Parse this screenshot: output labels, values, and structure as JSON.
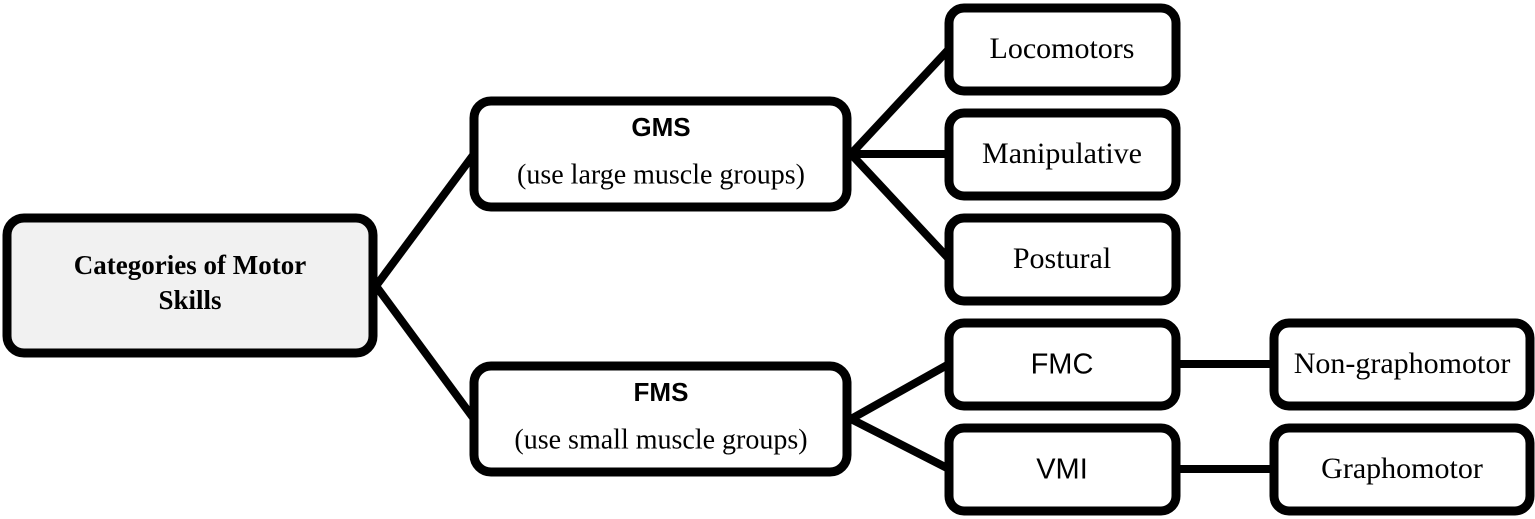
{
  "diagram": {
    "type": "hierarchy-tree",
    "title": "Categories of Motor Skills",
    "background_color": "#ffffff",
    "node_fill": "#ffffff",
    "root_fill": "#f1f1f1",
    "stroke_color": "#000000",
    "nodes": {
      "root": {
        "label_line1": "Categories of Motor",
        "label_line2": "Skills"
      },
      "gms": {
        "label_line1": "GMS",
        "label_line2": "(use large muscle groups)"
      },
      "fms": {
        "label_line1": "FMS",
        "label_line2": "(use small muscle groups)"
      },
      "locomotors": {
        "label": "Locomotors"
      },
      "manipulative": {
        "label": "Manipulative"
      },
      "postural": {
        "label": "Postural"
      },
      "fmc": {
        "label": "FMC"
      },
      "vmi": {
        "label": "VMI"
      },
      "non_graphomotor": {
        "label": "Non-graphomotor"
      },
      "graphomotor": {
        "label": "Graphomotor"
      }
    }
  }
}
